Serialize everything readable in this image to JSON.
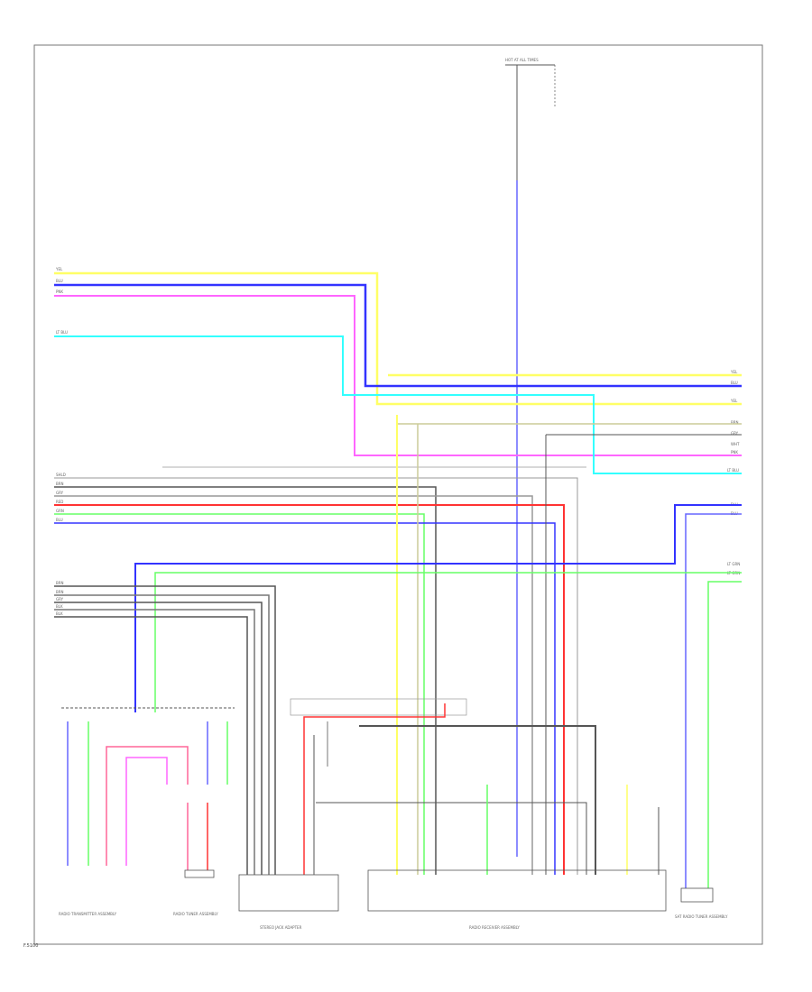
{
  "diagram": {
    "colors": {
      "frame": "#555555",
      "yellow": "#ffff66",
      "blue": "#3333ff",
      "violet": "#6666ff",
      "magenta": "#ff66ff",
      "cyan": "#33ffff",
      "green": "#66ff66",
      "red": "#ff3333",
      "pink": "#ff6699",
      "gray": "#999999",
      "dark": "#555555",
      "tan": "#cccc99"
    },
    "wire_labels": {
      "left_top": [
        "YEL",
        "BLU",
        "PNK"
      ],
      "left_cyan": "LT BLU",
      "left_mid": [
        "SHLD",
        "BRN",
        "GRY",
        "RED",
        "GRN",
        "BLU"
      ],
      "left_low": [
        "BRN",
        "BRN",
        "GRY",
        "BLK",
        "BLK"
      ],
      "right_top": [
        "YEL",
        "BLU",
        "YEL",
        "BRN",
        "GRY",
        "WHT",
        "PNK"
      ],
      "right_cyan": "LT BLU",
      "right_blue": [
        "BLU",
        "BLU"
      ],
      "right_green": [
        "LT GRN",
        "LT GRN"
      ]
    },
    "components": {
      "top_fuse": "HOT AT ALL TIMES",
      "left_module": "RADIO TRANSMITTER ASSEMBLY",
      "left_switch": "RADIO TUNER ASSEMBLY",
      "adapter": "STEREO JACK ADAPTER",
      "receiver": "RADIO RECEIVER ASSEMBLY",
      "right_unit": "SAT RADIO TUNER ASSEMBLY"
    },
    "footer": "F.5100"
  }
}
